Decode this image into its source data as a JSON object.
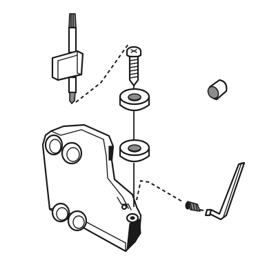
{
  "figure": {
    "type": "exploded-assembly-drawing",
    "line_color": "#1a1a1a",
    "shade_color": "#8c8c8c",
    "background": "#ffffff",
    "parts": [
      {
        "name": "torx-key",
        "icon": "torx-key-icon"
      },
      {
        "name": "clamp-screw",
        "icon": "screw-icon"
      },
      {
        "name": "upper-washer",
        "icon": "washer-icon"
      },
      {
        "name": "lower-washer",
        "icon": "washer-icon"
      },
      {
        "name": "spare-cap",
        "icon": "cap-icon"
      },
      {
        "name": "tool-holder-body",
        "icon": "holder-body-icon"
      },
      {
        "name": "set-screw",
        "icon": "set-screw-icon"
      },
      {
        "name": "hex-key",
        "icon": "hex-key-icon"
      }
    ]
  }
}
